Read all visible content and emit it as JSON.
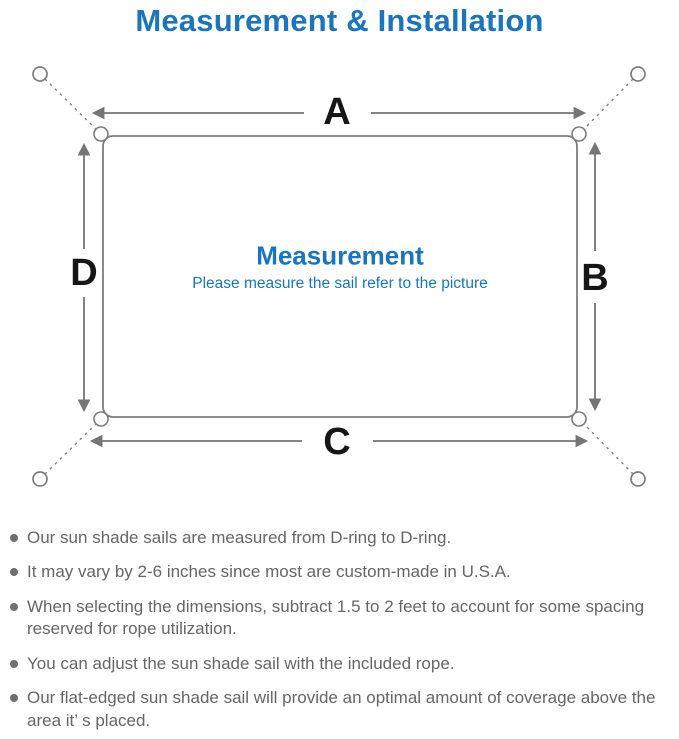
{
  "title": "Measurement & Installation",
  "diagram": {
    "labels": {
      "top": "A",
      "right": "B",
      "bottom": "C",
      "left": "D"
    },
    "center": {
      "title": "Measurement",
      "subtitle": "Please measure the sail refer to the picture"
    },
    "icons": {
      "anchor_point": "open-circle",
      "d_ring": "half-circle-bump",
      "guy_line": "dashed-line",
      "dimension_arrow": "double-headed-arrow",
      "bullet": "filled-circle"
    }
  },
  "colors": {
    "accent_blue": "#1b75bc",
    "line_gray": "#7d7d7d",
    "label_black": "#161616",
    "body_gray": "#666666"
  },
  "notes": [
    "Our sun shade sails are measured from D-ring to D-ring.",
    "It may vary by 2-6 inches since most are custom-made in U.S.A.",
    "When selecting the dimensions, subtract 1.5 to 2 feet to account for some spacing reserved for rope utilization.",
    "You can adjust the sun shade sail with the included rope.",
    "Our flat-edged sun shade sail will provide an optimal amount of coverage above the area it’ s placed."
  ]
}
